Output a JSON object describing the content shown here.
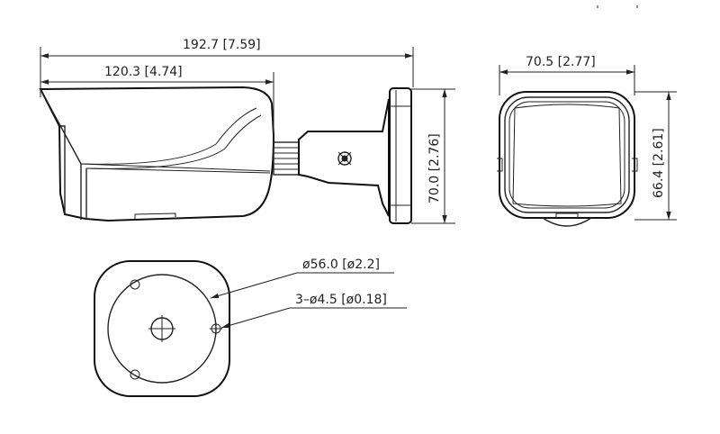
{
  "dimensions": {
    "total_length": "192.7 [7.59]",
    "body_length": "120.3 [4.74]",
    "width": "70.5 [2.77]",
    "mount_height": "70.0 [2.76]",
    "front_height": "66.4 [2.61]",
    "base_diameter": "ø56.0 [ø2.2]",
    "hole_spec": "3–ø4.5 [ø0.18]"
  },
  "colors": {
    "line": "#222222",
    "background": "#ffffff"
  }
}
